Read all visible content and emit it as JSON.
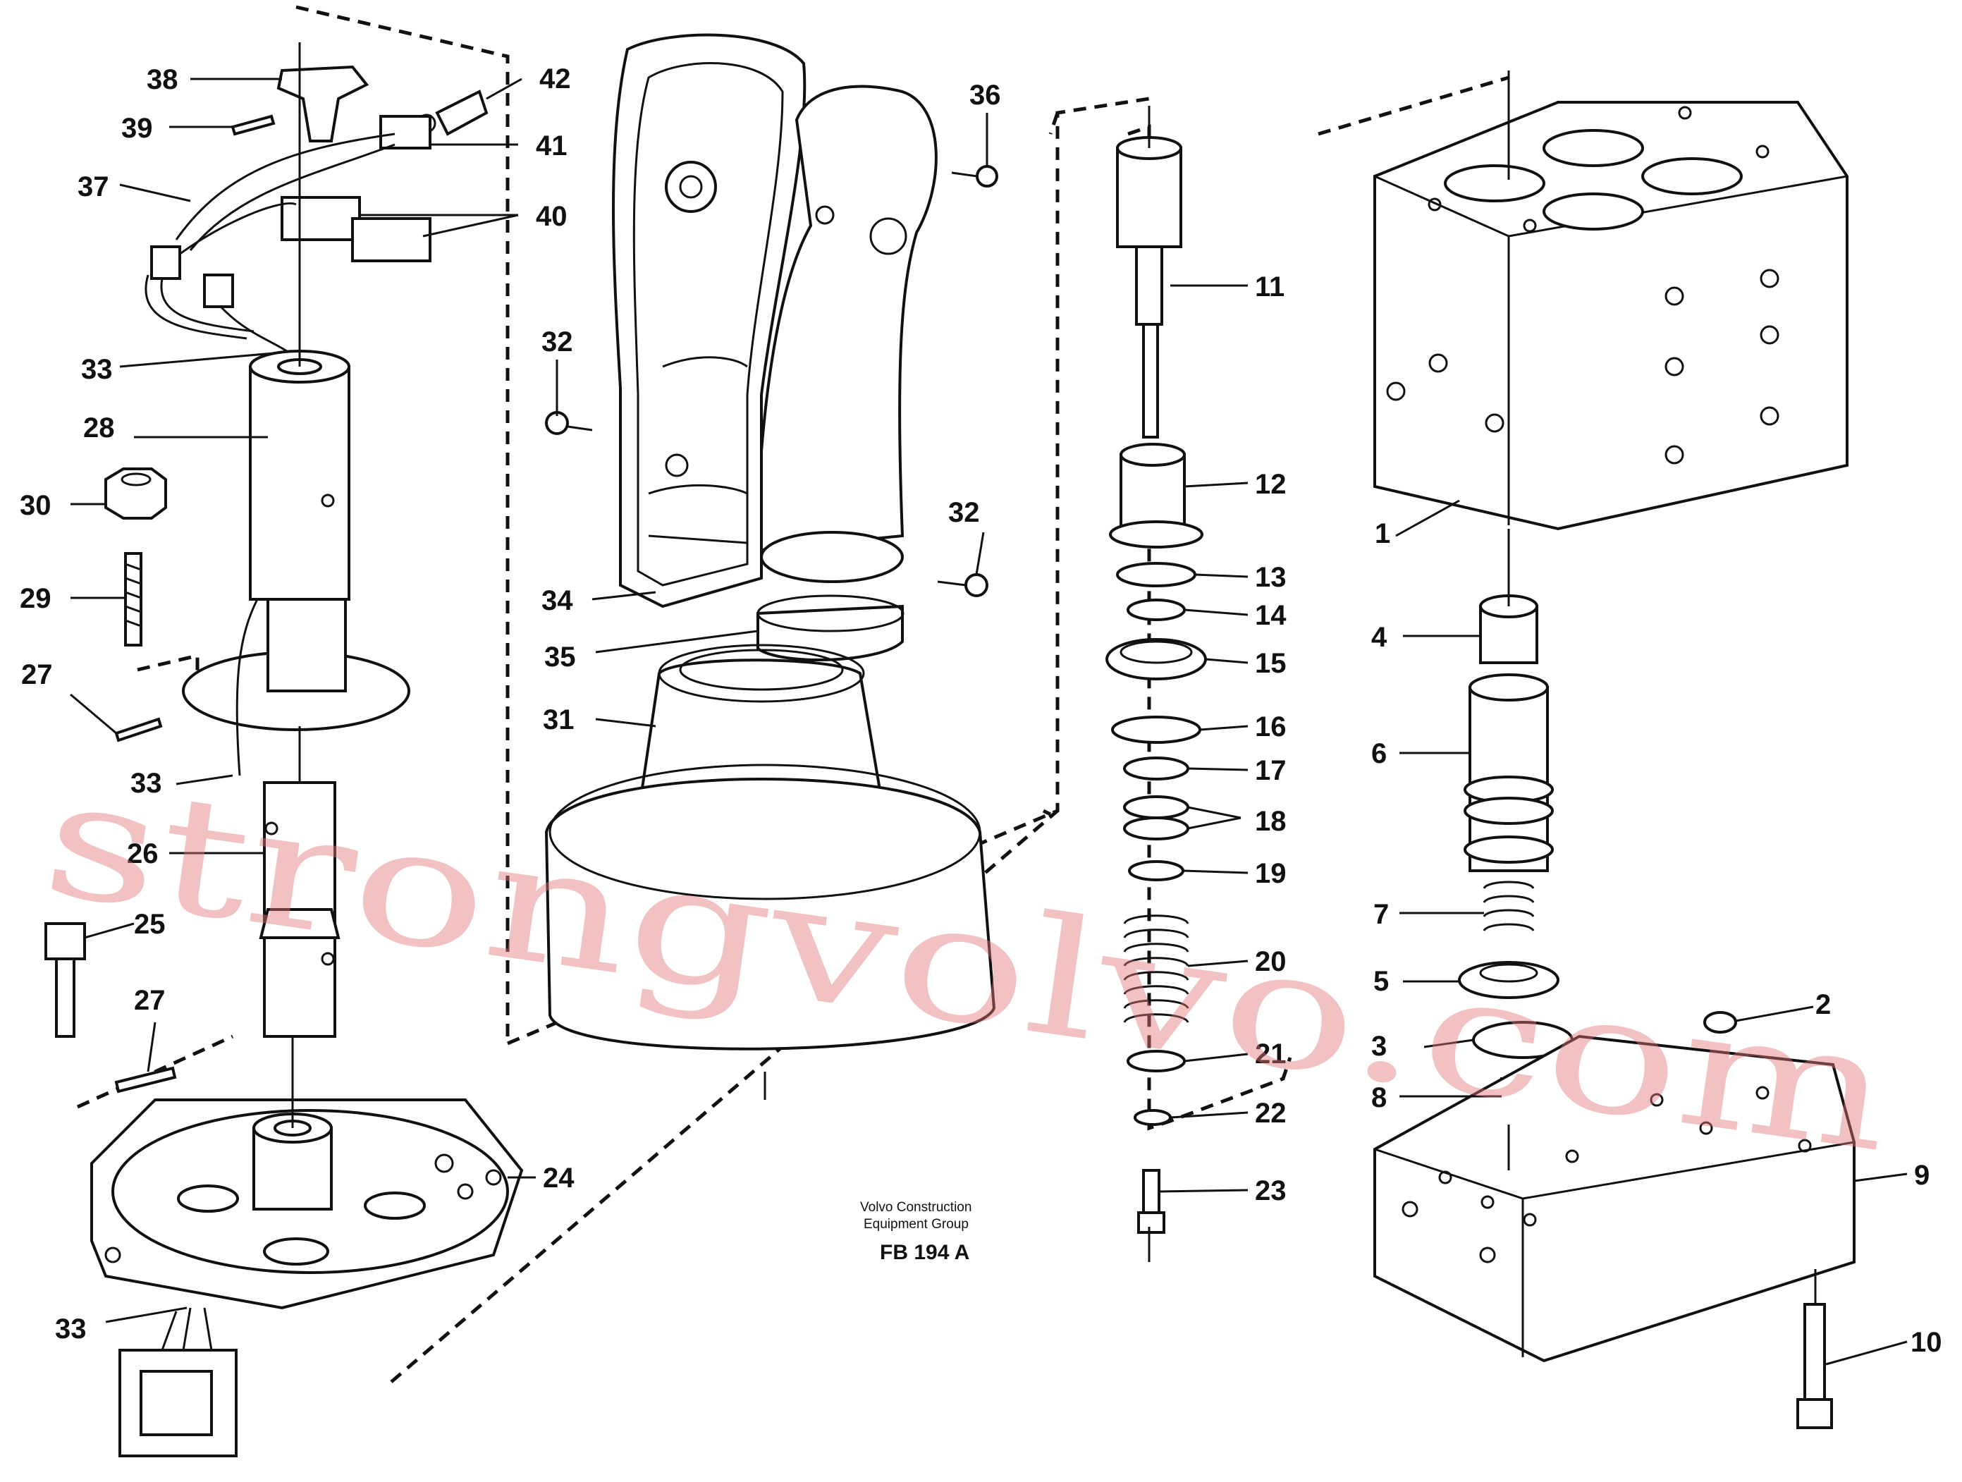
{
  "labels": {
    "l1": "1",
    "l2": "2",
    "l3": "3",
    "l4": "4",
    "l5": "5",
    "l6": "6",
    "l7": "7",
    "l8": "8",
    "l9": "9",
    "l10": "10",
    "l11": "11",
    "l12": "12",
    "l13": "13",
    "l14": "14",
    "l15": "15",
    "l16": "16",
    "l17": "17",
    "l18": "18",
    "l19": "19",
    "l20": "20",
    "l21": "21",
    "l22": "22",
    "l23": "23",
    "l24": "24",
    "l25": "25",
    "l26": "26",
    "l27a": "27",
    "l27b": "27",
    "l28": "28",
    "l29": "29",
    "l30": "30",
    "l31": "31",
    "l32a": "32",
    "l32b": "32",
    "l33a": "33",
    "l33b": "33",
    "l33c": "33",
    "l34": "34",
    "l35": "35",
    "l36": "36",
    "l37": "37",
    "l38": "38",
    "l39": "39",
    "l40": "40",
    "l41": "41",
    "l42": "42"
  },
  "credit": {
    "line1": "Volvo Construction",
    "line2": "Equipment Group",
    "code": "FB 194 A"
  },
  "watermark": "strongvolvo.com",
  "colors": {
    "ink": "#111111",
    "watermark": "#e27878"
  }
}
